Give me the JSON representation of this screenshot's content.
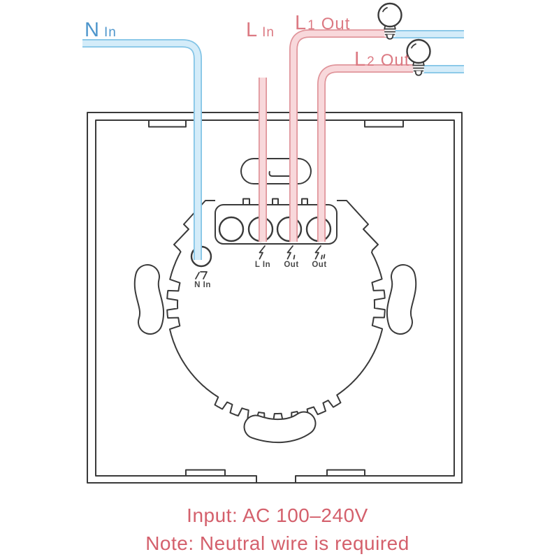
{
  "diagram": {
    "title": "smart-switch-wiring-diagram",
    "wire_labels": {
      "neutral_in": {
        "letter": "N",
        "suffix": "In"
      },
      "live_in": {
        "letter": "L",
        "suffix": "In"
      },
      "load1_out": {
        "letter": "L",
        "index": "1",
        "suffix": "Out"
      },
      "load2_out": {
        "letter": "L",
        "index": "2",
        "suffix": "Out"
      }
    },
    "terminals": {
      "neutral": {
        "label": "N In",
        "icon": "neutral-mark"
      },
      "live_in": {
        "label": "L In",
        "icon": "lightning-bolt"
      },
      "out1": {
        "label": "Out",
        "icon": "lightning-bolt-1"
      },
      "out2": {
        "label": "Out",
        "icon": "lightning-bolt-2"
      }
    },
    "loads": [
      {
        "icon": "light-bulb"
      },
      {
        "icon": "light-bulb"
      }
    ],
    "notes": {
      "line1": "Input: AC 100–240V",
      "line2": "Note: Neutral wire is required"
    },
    "colors": {
      "line": "#3a3a3a",
      "wire-live-edge": "#e0959b",
      "wire-live-fill": "#f8d8db",
      "wire-neutral-edge": "#82c4e6",
      "wire-neutral-fill": "#d4ecf9",
      "label-live": "#dc7a83",
      "label-neutral": "#4e96cc",
      "note-text": "#d4606c",
      "terminal-text": "#4a4a4a"
    }
  }
}
